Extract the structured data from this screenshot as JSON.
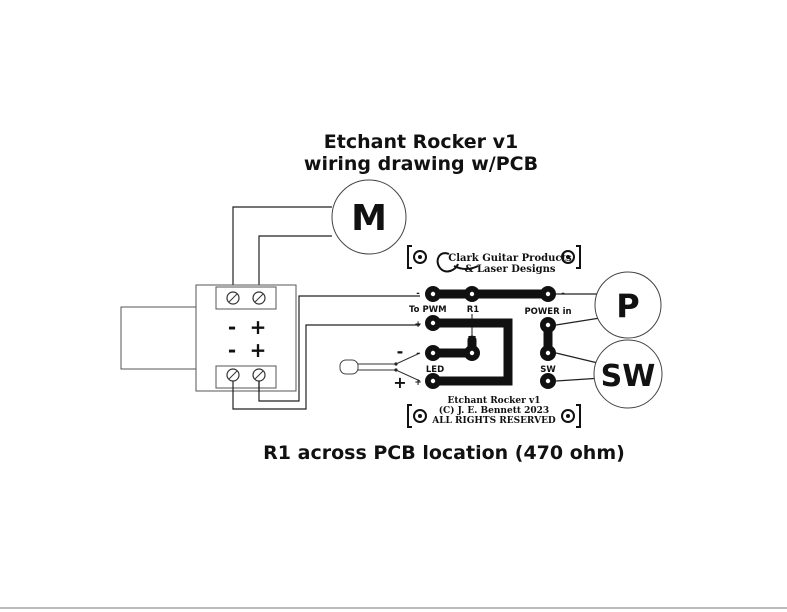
{
  "title": {
    "line1": "Etchant Rocker v1",
    "line2": "wiring drawing w/PCB"
  },
  "caption": "R1 across PCB location (470 ohm)",
  "components": {
    "motor": "M",
    "pot": "P",
    "switch": "SW"
  },
  "terminal_block": {
    "row1_minus": "-",
    "row1_plus": "+",
    "row2_minus": "-",
    "row2_plus": "+"
  },
  "led_side": {
    "minus": "-",
    "plus": "+"
  },
  "pcb": {
    "brand_line1": "Clark Guitar Products",
    "brand_line2": "& Laser Designs",
    "label_to_pwm": "To PWM",
    "label_r1": "R1",
    "label_power_in": "POWER in",
    "label_led": "LED",
    "label_sw": "SW",
    "sign_minus_left": "-",
    "sign_plus_left": "+",
    "sign_minus_right": "-",
    "sign_minus_led": "-",
    "sign_plus_led": "+",
    "footer_line1": "Etchant Rocker v1",
    "footer_line2": "(C) J. E. Bennett 2023",
    "footer_line3": "ALL RIGHTS RESERVED"
  }
}
